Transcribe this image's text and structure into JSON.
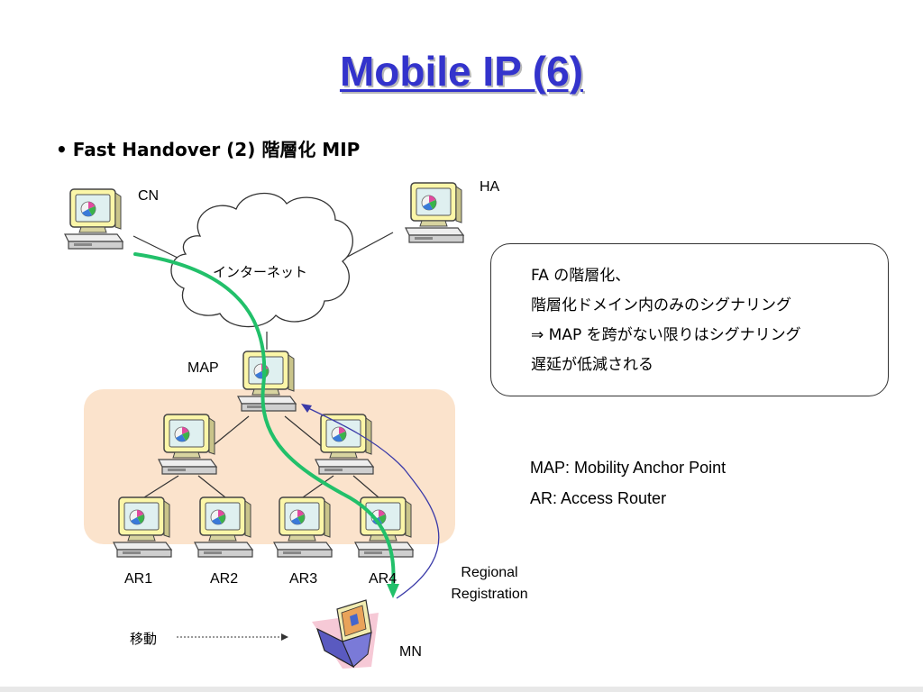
{
  "slide": {
    "title": "Mobile IP (6)",
    "bullet": "Fast Handover (2)  階層化 MIP"
  },
  "nodes": {
    "cn": "CN",
    "ha": "HA",
    "internet": "インターネット",
    "map": "MAP",
    "ar1": "AR1",
    "ar2": "AR2",
    "ar3": "AR3",
    "ar4": "AR4",
    "mn": "MN"
  },
  "annotations": {
    "regional_line1": "Regional",
    "regional_line2": "Registration",
    "move": "移動"
  },
  "callout": {
    "lines": [
      "FA の階層化、",
      "階層化ドメイン内のみのシグナリング",
      "⇒ MAP を跨がない限りはシグナリング",
      "遅延が低減される"
    ]
  },
  "definitions": {
    "map": "MAP: Mobility Anchor Point",
    "ar": "AR: Access Router"
  },
  "colors": {
    "title": "#3333cc",
    "handover_path": "#22c06a",
    "registration_arrow": "#3a3aa8",
    "domain_fill": "#fbe3cc",
    "laptop_shadow": "#f6c9d6"
  }
}
